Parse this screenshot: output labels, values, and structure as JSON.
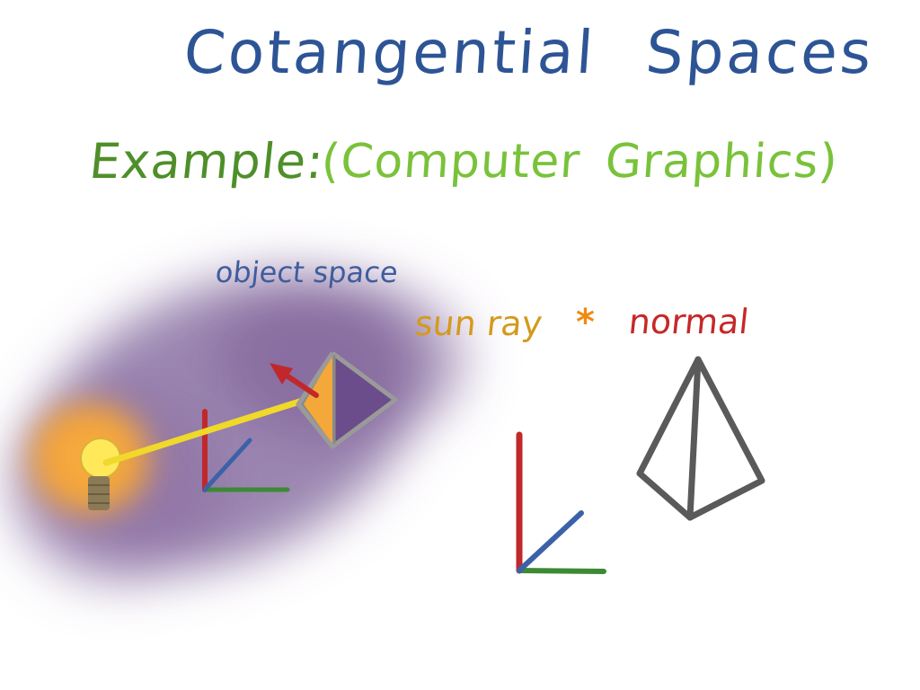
{
  "title": {
    "word1": "Cotangential",
    "word2": "Spaces"
  },
  "example": {
    "label": "Example:",
    "paren_open": "(",
    "paren_word1": "Computer",
    "paren_word2": "Graphics",
    "paren_close": ")"
  },
  "labels": {
    "object_space": "object space",
    "sun_ray": "sun ray",
    "operator": "*",
    "normal": "normal"
  },
  "colors": {
    "title": "#2d5495",
    "example": "#4f8f2a",
    "parenthetical": "#79c23a",
    "object_space": "#3f5d9d",
    "sun_ray": "#d49a1d",
    "normal": "#c62828",
    "haze": "#6b4f8a",
    "axis_red": "#c0282b",
    "axis_blue": "#3b62a8",
    "axis_green": "#3d8a34",
    "pyramid_outline": "#5a5a5a"
  },
  "icons": {
    "light": "light-bulb-icon",
    "object": "pyramid-icon",
    "wireframe": "wireframe-pyramid-icon"
  }
}
